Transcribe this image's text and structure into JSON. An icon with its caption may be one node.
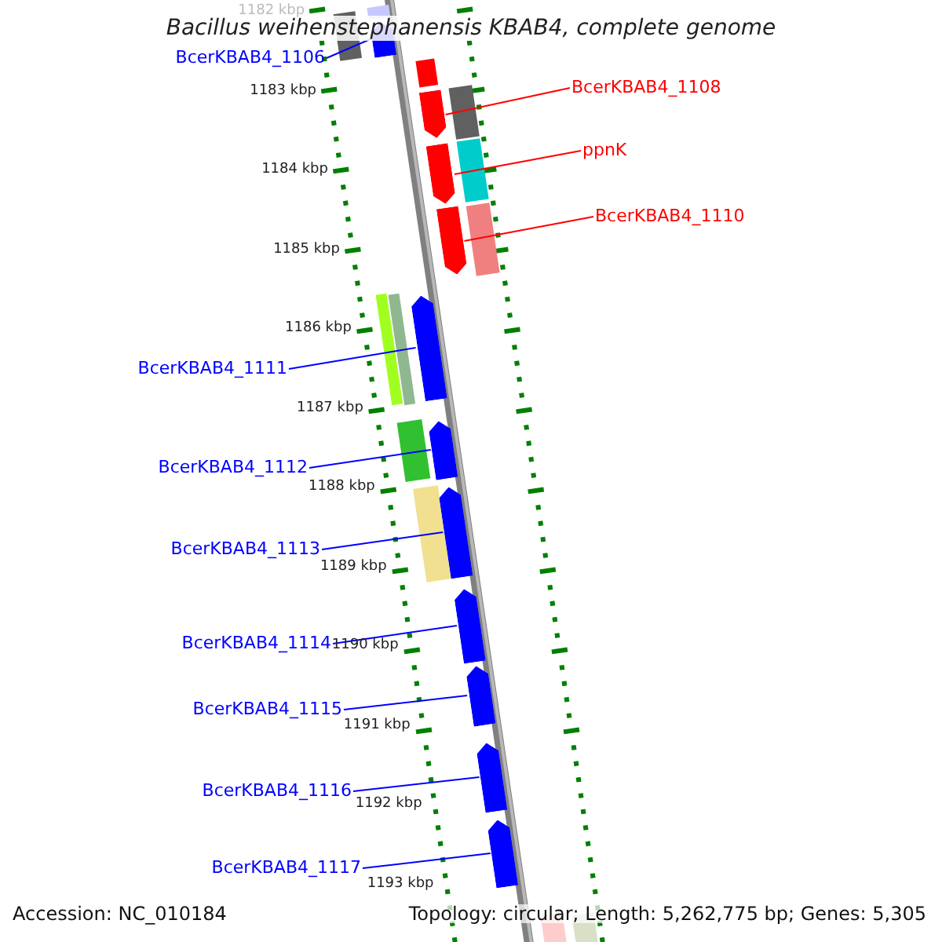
{
  "diagram": {
    "title": "Bacillus weihenstephanensis KBAB4, complete genome",
    "nodes": [
      {
        "text": [
          "BcerKBAB4_1106"
        ]
      },
      {
        "text": [
          "BcerKBAB4_1108"
        ]
      },
      {
        "text": [
          "ppnK"
        ]
      },
      {
        "text": [
          "BcerKBAB4_1110"
        ]
      },
      {
        "text": [
          "BcerKBAB4_1111"
        ]
      },
      {
        "text": [
          "BcerKBAB4_1112"
        ]
      },
      {
        "text": [
          "BcerKBAB4_1113"
        ]
      },
      {
        "text": [
          "BcerKBAB4_1114"
        ]
      },
      {
        "text": [
          "BcerKBAB4_1115"
        ]
      },
      {
        "text": [
          "BcerKBAB4_1116"
        ]
      },
      {
        "text": [
          "BcerKBAB4_1117"
        ]
      },
      {
        "text": [],
        "shape": "arrow"
      },
      {
        "text": [],
        "shape": "arrow"
      },
      {
        "text": [],
        "shape": "arrow"
      },
      {
        "text": [],
        "shape": "arrow"
      },
      {
        "text": [],
        "shape": "arrow"
      },
      {
        "text": [],
        "shape": "arrow"
      },
      {
        "text": [],
        "shape": "arrow"
      },
      {
        "text": [],
        "shape": "arrow"
      },
      {
        "text": [],
        "shape": "arrow"
      },
      {
        "text": [],
        "shape": "arrow"
      },
      {
        "text": [],
        "shape": "arrow"
      }
    ],
    "edges": [
      {
        "from": 0,
        "to": 11,
        "arrow": "none"
      },
      {
        "from": 1,
        "to": 12,
        "arrow": "none",
        "color": "#ff0000"
      },
      {
        "from": 2,
        "to": 13,
        "arrow": "none",
        "color": "#ff0000"
      },
      {
        "from": 3,
        "to": 14,
        "arrow": "none",
        "color": "#ff0000"
      },
      {
        "from": 4,
        "to": 15,
        "arrow": "none"
      },
      {
        "from": 5,
        "to": 16,
        "arrow": "none"
      },
      {
        "from": 6,
        "to": 17,
        "arrow": "none"
      },
      {
        "from": 7,
        "to": 18,
        "arrow": "none"
      },
      {
        "from": 8,
        "to": 19,
        "arrow": "none"
      },
      {
        "from": 9,
        "to": 20,
        "arrow": "none"
      },
      {
        "from": 10,
        "to": 21,
        "arrow": "none"
      }
    ],
    "labels": [
      "1182 kbp",
      "1183 kbp",
      "1184 kbp",
      "1185 kbp",
      "1186 kbp",
      "1187 kbp",
      "1188 kbp",
      "1189 kbp",
      "1190 kbp",
      "1191 kbp",
      "1192 kbp",
      "1193 kbp",
      "Accession: NC_010184",
      "Topology: circular; Length: 5,262,775 bp; Genes: 5,305"
    ]
  }
}
